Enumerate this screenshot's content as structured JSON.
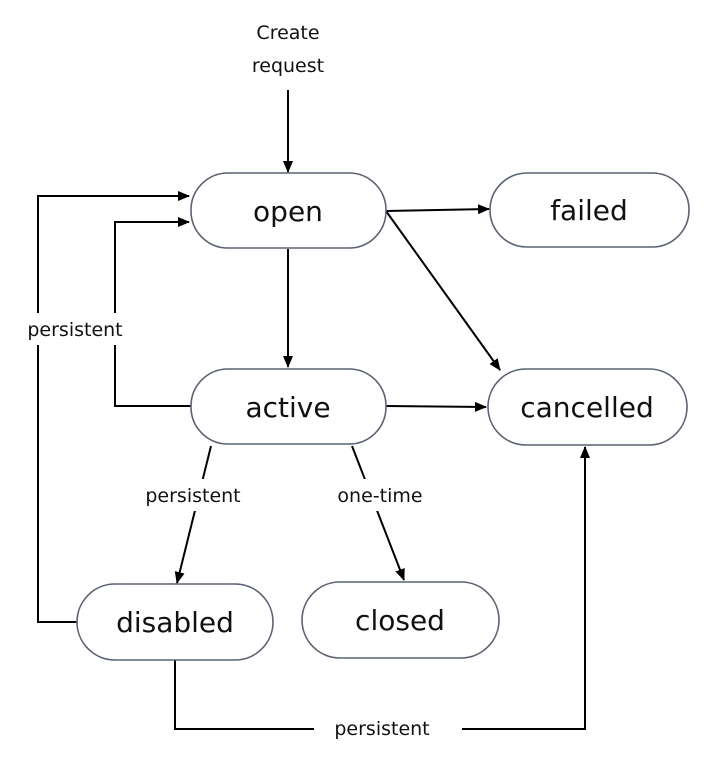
{
  "diagram": {
    "start_label_line1": "Create",
    "start_label_line2": "request",
    "states": {
      "open": "open",
      "failed": "failed",
      "active": "active",
      "cancelled": "cancelled",
      "disabled": "disabled",
      "closed": "closed"
    },
    "edge_labels": {
      "disabled_to_open": "persistent",
      "active_to_disabled": "persistent",
      "active_to_closed": "one-time",
      "disabled_to_cancelled": "persistent"
    },
    "colors": {
      "node_border": "#5a6272",
      "edge": "#000000",
      "text": "#111111"
    }
  }
}
